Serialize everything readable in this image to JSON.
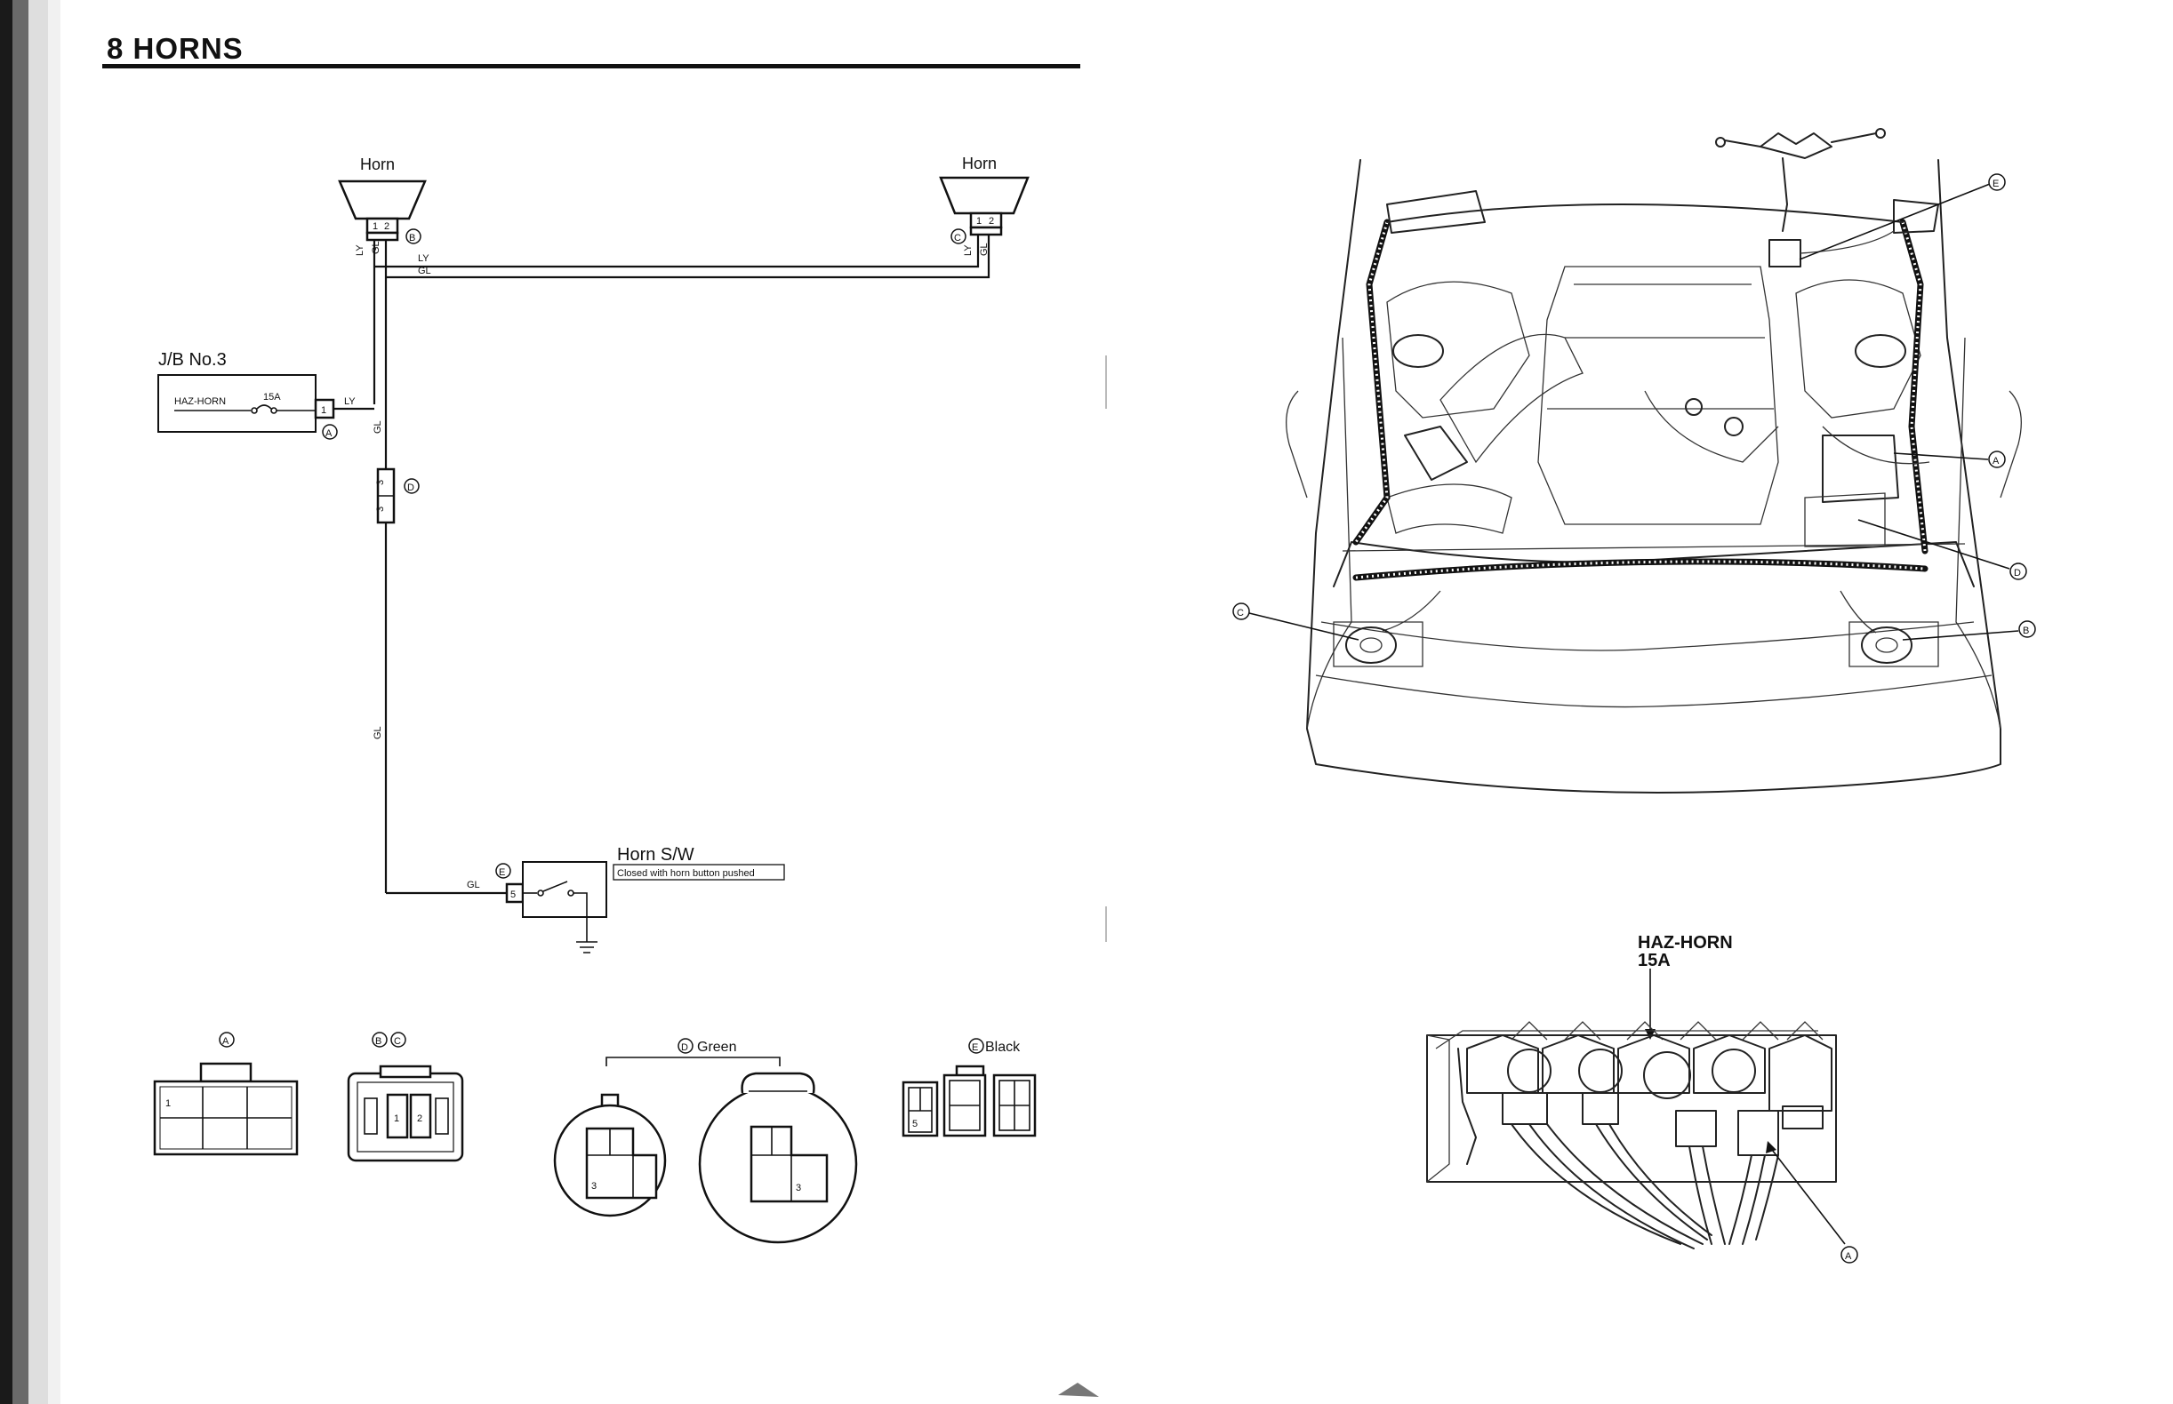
{
  "page": {
    "title": "8  HORNS"
  },
  "schematic": {
    "horn_left": "Horn",
    "horn_right": "Horn",
    "horn_pins": [
      "1",
      "2"
    ],
    "jb_label": "J/B No.3",
    "fuse_label": "HAZ-HORN",
    "fuse_rating": "15A",
    "jb_pin": "1",
    "switch_label": "Horn S/W",
    "switch_note": "Closed with horn button pushed",
    "switch_pin": "5",
    "connector_d_pins": [
      "3",
      "3"
    ],
    "wires": {
      "ly": "LY",
      "gl": "GL"
    },
    "markers": {
      "a": "A",
      "b": "B",
      "c": "C",
      "d": "D",
      "e": "E"
    }
  },
  "connectors": {
    "a_label": "A",
    "a_pin": "1",
    "bc_labels": [
      "B",
      "C"
    ],
    "bc_pins": [
      "1",
      "2"
    ],
    "d_label": "D",
    "d_color": "Green",
    "d_pins": [
      "3",
      "3"
    ],
    "e_label": "E",
    "e_color": "Black",
    "e_pin": "5"
  },
  "engine_bay": {
    "markers": {
      "a": "A",
      "b": "B",
      "c": "C",
      "d": "D",
      "e": "E"
    }
  },
  "junction_block": {
    "fuse_label": "HAZ-HORN",
    "fuse_rating": "15A",
    "marker": "A"
  }
}
